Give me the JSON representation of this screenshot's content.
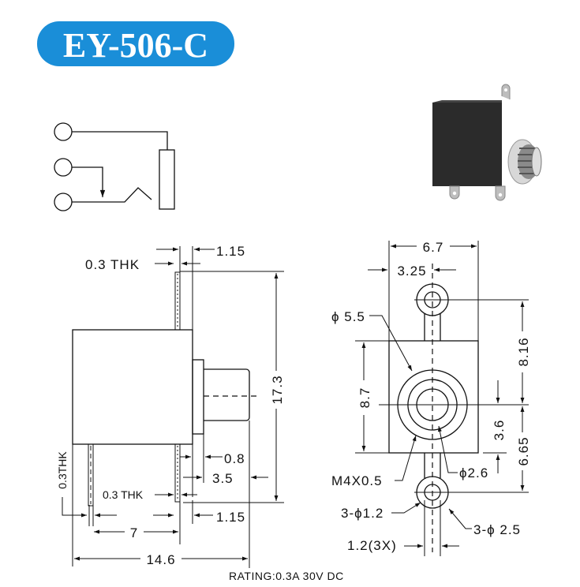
{
  "title": "EY-506-C",
  "colors": {
    "badge": "#1a8ed8",
    "housing": "#2b2b2b",
    "metal": "#b9b9b9"
  },
  "side_view": {
    "thk_top": "0.3 THK",
    "dim_1_15_top": "1.15",
    "dim_17_3": "17.3",
    "dim_0_8": "0.8",
    "dim_3_5": "3.5",
    "thk_bottom": "0.3 THK",
    "thk_left": "0.3THK",
    "dim_1_15_bottom": "1.15",
    "dim_7": "7",
    "dim_14_6": "14.6"
  },
  "front_view": {
    "dim_6_7": "6.7",
    "dim_3_25": "3.25",
    "phi_5_5": "ϕ 5.5",
    "dim_8_16": "8.16",
    "dim_8_7": "8.7",
    "dim_3_6": "3.6",
    "dim_6_65": "6.65",
    "m4": "M4X0.5",
    "phi_2_6": "ϕ2.6",
    "phi_1_2": "3-ϕ1.2",
    "phi_2_5": "3-ϕ 2.5",
    "dim_1_2_3x": "1.2(3X)"
  },
  "rating": "RATING:0.3A 30V DC"
}
